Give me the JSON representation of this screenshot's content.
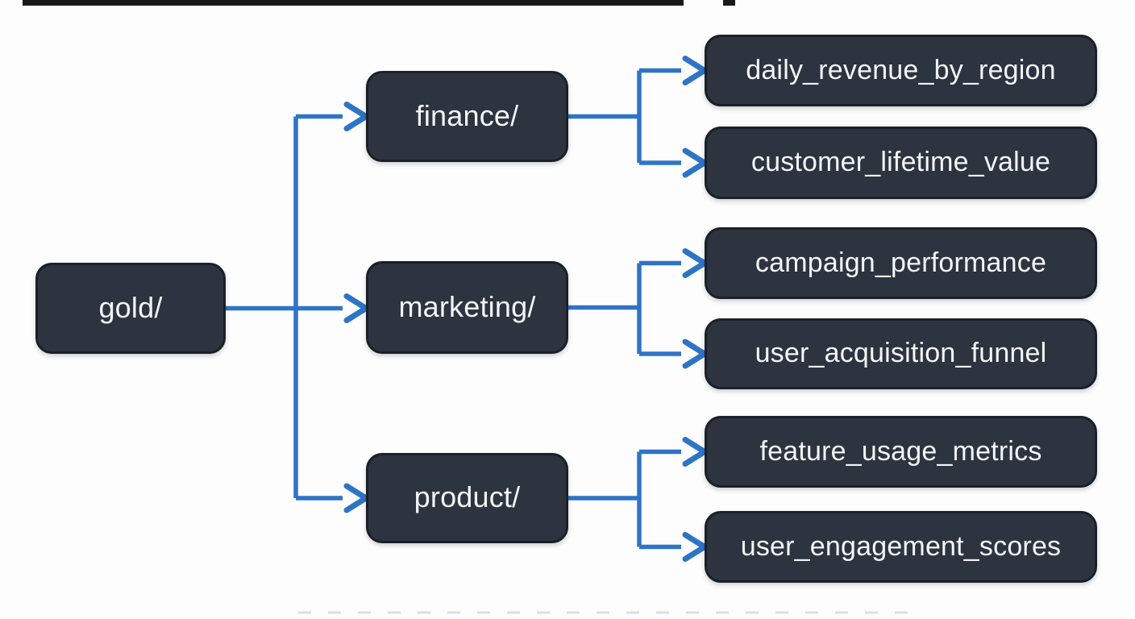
{
  "diagram": {
    "root": {
      "label": "gold/"
    },
    "groups": [
      {
        "label": "finance/",
        "children": [
          {
            "label": "daily_revenue_by_region"
          },
          {
            "label": "customer_lifetime_value"
          }
        ]
      },
      {
        "label": "marketing/",
        "children": [
          {
            "label": "campaign_performance"
          },
          {
            "label": "user_acquisition_funnel"
          }
        ]
      },
      {
        "label": "product/",
        "children": [
          {
            "label": "feature_usage_metrics"
          },
          {
            "label": "user_engagement_scores"
          }
        ]
      }
    ]
  },
  "colors": {
    "background": "#fdfdfd",
    "node_fill": "#2d3440",
    "node_border": "#1a2028",
    "node_text": "#f3f5f7",
    "arrow": "#2e74c6",
    "top_bar": "#191919",
    "baseline_dashes": "#dcdfe3"
  }
}
